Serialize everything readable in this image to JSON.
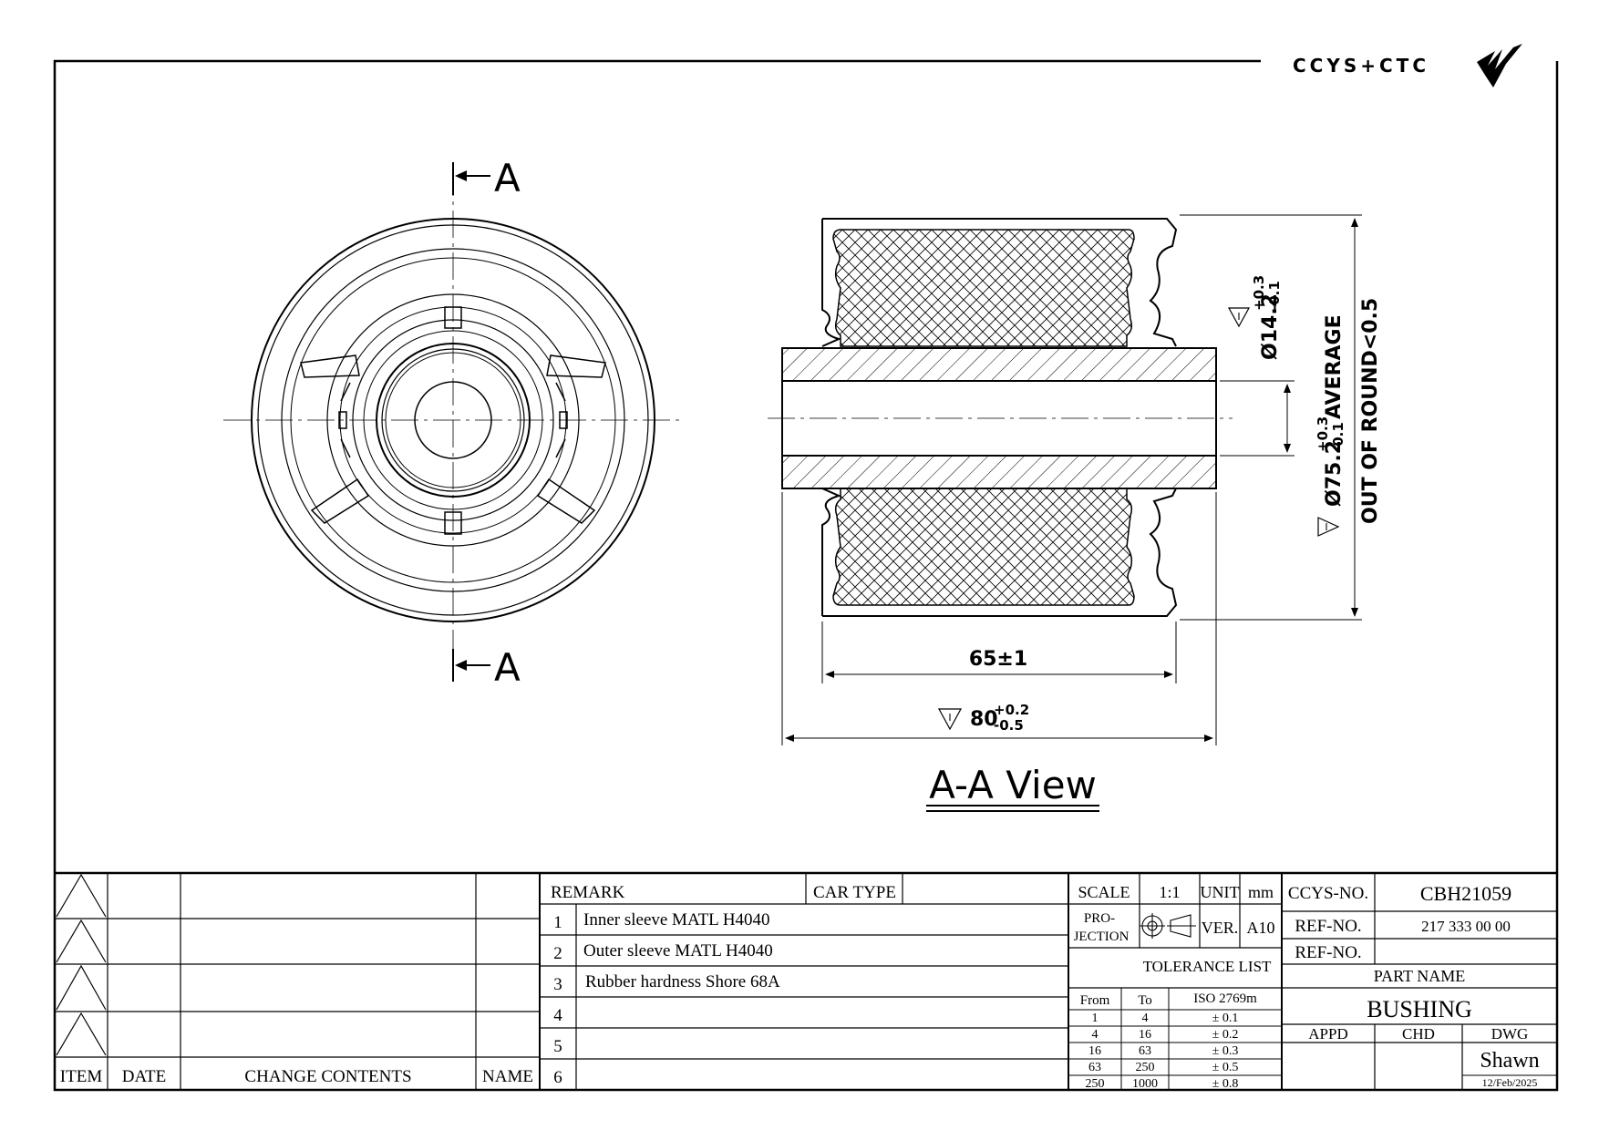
{
  "logo": {
    "text": "CCYS+CTC"
  },
  "section_marker": {
    "top": "A",
    "bottom": "A"
  },
  "view_title": "A-A View",
  "dimensions": {
    "length_inner": "65±1",
    "length_outer_main": "80",
    "length_outer_upper": "+0.2",
    "length_outer_lower": "-0.5",
    "bore_main": "Ø14.2",
    "bore_upper": "+0.3",
    "bore_lower": "-0.1",
    "od_main": "Ø75.2",
    "od_upper": "+0.3",
    "od_lower": "-0.1",
    "od_suffix": "AVERAGE",
    "out_of_round": "OUT OF ROUND<0.5",
    "inspection_symbol": "I"
  },
  "revision_table": {
    "headers": {
      "item": "ITEM",
      "date": "DATE",
      "change": "CHANGE CONTENTS",
      "name": "NAME"
    }
  },
  "remarks": {
    "header": "REMARK",
    "car_type_label": "CAR TYPE",
    "car_type_value": "",
    "rows": [
      {
        "no": "1",
        "text": "Inner sleeve MATL  H4040"
      },
      {
        "no": "2",
        "text": "Outer sleeve MATL H4040"
      },
      {
        "no": "3",
        "text": "Rubber hardness Shore 68A"
      },
      {
        "no": "4",
        "text": ""
      },
      {
        "no": "5",
        "text": ""
      },
      {
        "no": "6",
        "text": ""
      }
    ]
  },
  "info": {
    "scale_label": "SCALE",
    "scale_value": "1:1",
    "unit_label": "UNIT",
    "unit_value": "mm",
    "projection_label_1": "PRO-",
    "projection_label_2": "JECTION",
    "ver_label": "VER.",
    "ver_value": "A10",
    "tolerance_title": "TOLERANCE LIST",
    "tolerance_headers": [
      "From",
      "To",
      "ISO 2769m"
    ],
    "tolerance_rows": [
      [
        "1",
        "4",
        "± 0.1"
      ],
      [
        "4",
        "16",
        "± 0.2"
      ],
      [
        "16",
        "63",
        "± 0.3"
      ],
      [
        "63",
        "250",
        "± 0.5"
      ],
      [
        "250",
        "1000",
        "± 0.8"
      ]
    ]
  },
  "title_block": {
    "ccys_no_label": "CCYS-NO.",
    "ccys_no_value": "CBH21059",
    "ref_no_label": "REF-NO.",
    "ref_no_value": "217 333 00 00",
    "ref_no2_label": "REF-NO.",
    "ref_no2_value": "",
    "part_name_label": "PART NAME",
    "part_name_value": "BUSHING",
    "appd_label": "APPD",
    "chd_label": "CHD",
    "dwg_label": "DWG",
    "dwg_value": "Shawn",
    "date_value": "12/Feb/2025"
  },
  "colors": {
    "ink": "#000000",
    "paper": "#ffffff"
  }
}
